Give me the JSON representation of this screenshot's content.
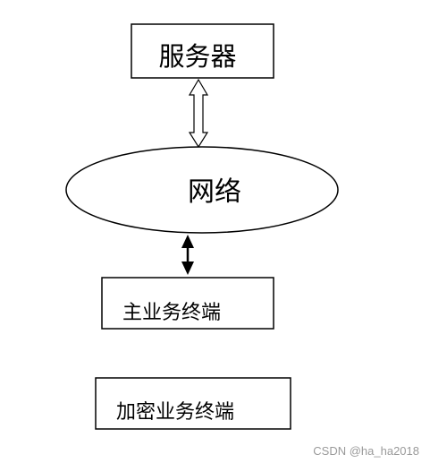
{
  "nodes": {
    "server": {
      "label": "服务器"
    },
    "network": {
      "label": "网络"
    },
    "main_terminal": {
      "label": "主业务终端"
    },
    "encrypted_terminal": {
      "label": "加密业务终端"
    }
  },
  "edges": [
    {
      "from": "server",
      "to": "network",
      "style": "hollow-double-arrow"
    },
    {
      "from": "network",
      "to": "main_terminal",
      "style": "solid-double-arrow"
    }
  ],
  "watermark": "CSDN @ha_ha2018"
}
